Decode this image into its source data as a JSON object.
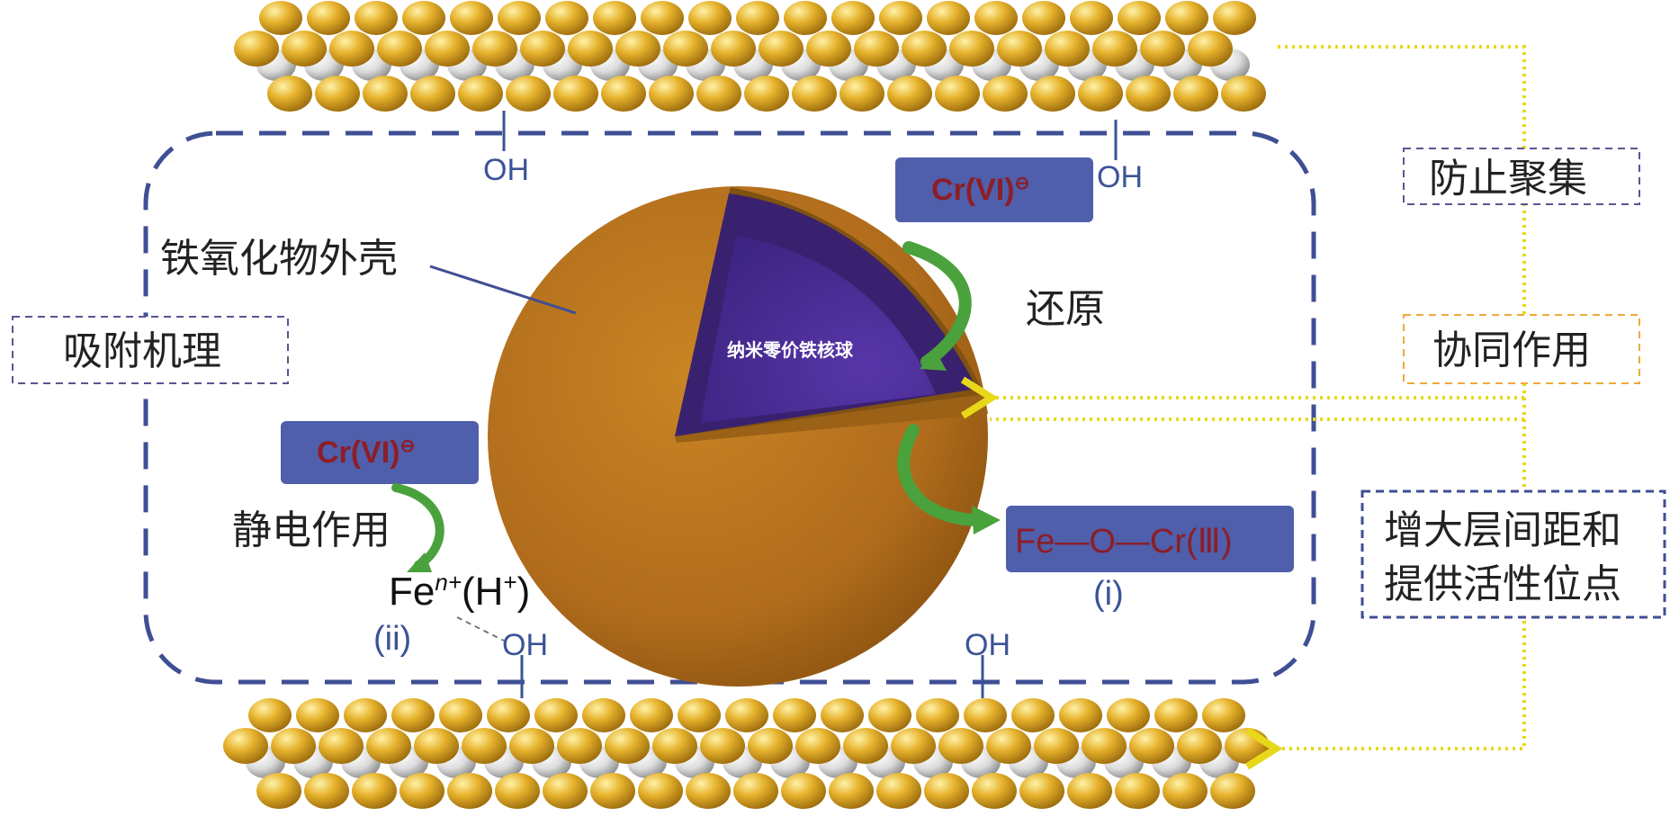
{
  "colors": {
    "atom_gold": "#e1a926",
    "atom_white": "#e9e9e9",
    "dashed_box": "#3f4f94",
    "box_purple_dashed": "#5b5592",
    "box_orange_dashed": "#f0a93a",
    "yellow_arrow": "#e8d81a",
    "sphere_shell": "#b5731d",
    "core": "#4a2f8f",
    "cr_box_fill": "#4f5fab",
    "cr_text": "#8c1e27",
    "green_arrow": "#4aa23c"
  },
  "icons": {
    "reduction_arrow": "green-curved-arrow-icon",
    "electrostatic_arrow": "green-curved-arrow-icon",
    "layer_atoms": "atom-sphere-icon",
    "pointer_arrow": "yellow-dotted-arrow-icon"
  },
  "labels": {
    "shell": "铁氧化物外壳",
    "core": "纳米零价铁核球",
    "reduction": "还原",
    "electrostatic": "静电作用",
    "adsorption_mechanism": "吸附机理",
    "prevent_aggregation": "防止聚集",
    "synergy": "协同作用",
    "increase_spacing_line1": "增大层间距和",
    "increase_spacing_line2": "提供活性位点"
  },
  "chem": {
    "oh": "OH",
    "cr_vi_main": "Cr(VI)",
    "cr_vi_sup": "⊖",
    "fe_o_cr": "Fe—O—Cr(Ⅲ)",
    "fe_base": "Fe",
    "fe_sup": "n+",
    "fe_h_open": "(H",
    "fe_h_sup": "+",
    "fe_h_close": ")",
    "marker_i": "(i)",
    "marker_ii": "(ii)"
  }
}
